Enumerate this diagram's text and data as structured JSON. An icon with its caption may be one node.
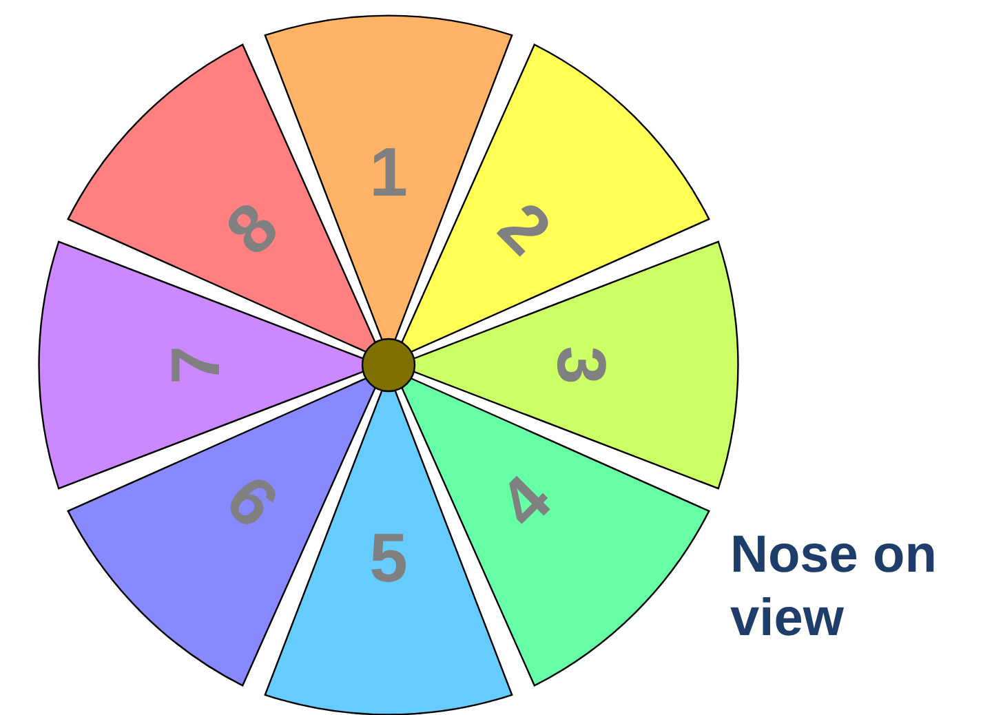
{
  "diagram": {
    "nodes": [
      {
        "text": [
          "1"
        ]
      },
      {
        "text": [
          "2"
        ]
      },
      {
        "text": [
          "3"
        ]
      },
      {
        "text": [
          "4"
        ]
      },
      {
        "text": [
          "5"
        ]
      },
      {
        "text": [
          "6"
        ]
      },
      {
        "text": [
          "7"
        ]
      },
      {
        "text": [
          "8"
        ]
      },
      {
        "text": [],
        "shape": "circle"
      }
    ],
    "labels": [
      "Nose on view"
    ]
  }
}
